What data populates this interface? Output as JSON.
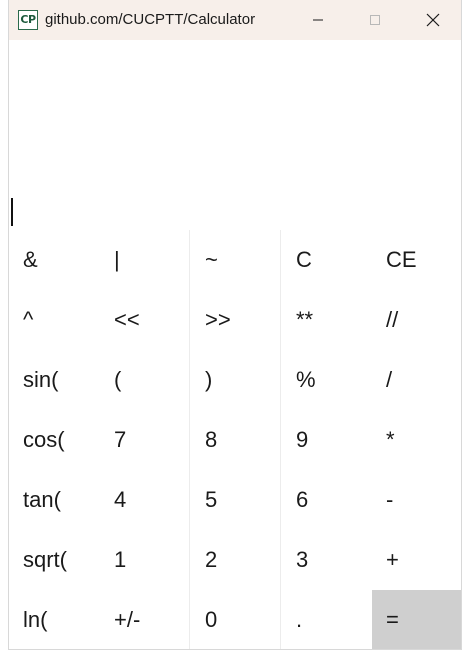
{
  "window": {
    "title": "github.com/CUCPTT/Calculator",
    "icon_text": "CP",
    "icon": "app-icon",
    "controls": [
      "minimize-icon",
      "maximize-icon",
      "close-icon"
    ]
  },
  "display": {
    "value": ""
  },
  "keypad": {
    "rows": [
      [
        "&",
        "|",
        "~",
        "C",
        "CE"
      ],
      [
        "^",
        "<<",
        ">>",
        "**",
        "//"
      ],
      [
        "sin(",
        "(",
        ")",
        "%",
        "/"
      ],
      [
        "cos(",
        "7",
        "8",
        "9",
        "*"
      ],
      [
        "tan(",
        "4",
        "5",
        "6",
        "-"
      ],
      [
        "sqrt(",
        "1",
        "2",
        "3",
        "+"
      ],
      [
        "ln(",
        "+/-",
        "0",
        ".",
        "="
      ]
    ]
  },
  "colors": {
    "titlebar": "#f7efea",
    "equals_key": "#cfcfcf",
    "icon_green": "#1d5a3c"
  }
}
